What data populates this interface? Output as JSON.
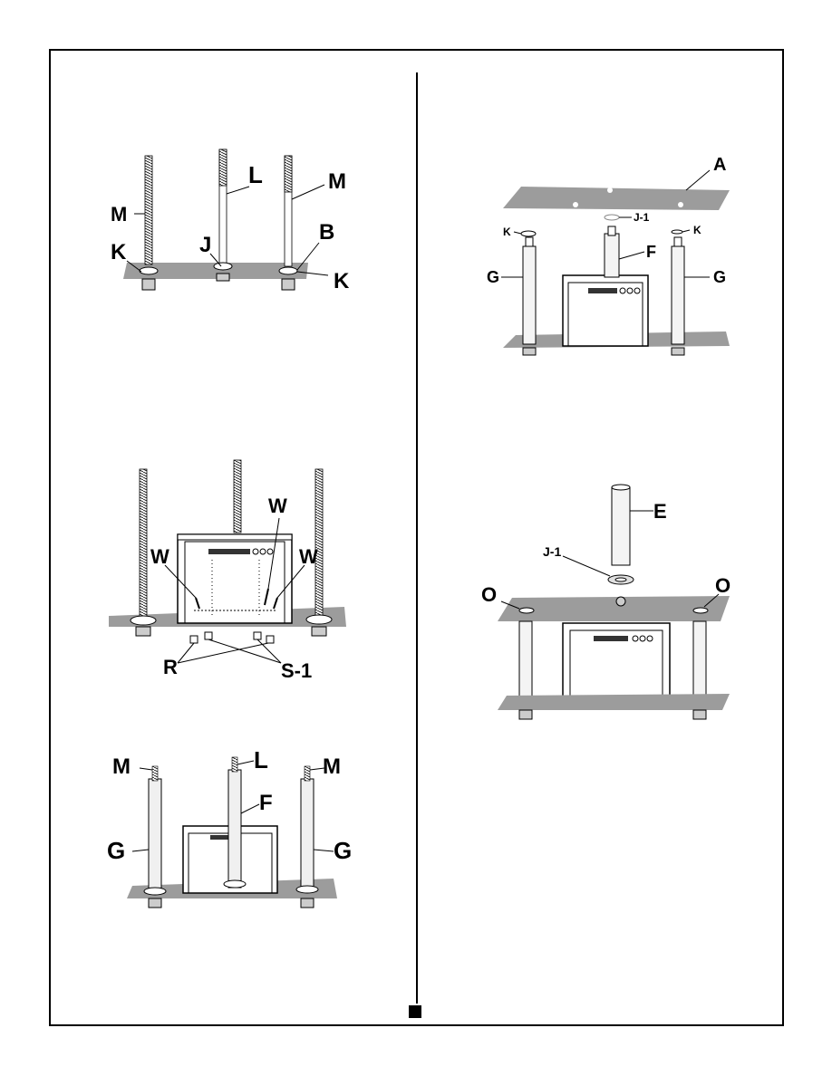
{
  "colors": {
    "glass": "#9c9c9c",
    "pole": "#e6e6e6",
    "ink": "#000000"
  },
  "fig1": {
    "labels": [
      "M",
      "L",
      "M",
      "B",
      "K",
      "J",
      "K"
    ]
  },
  "fig2": {
    "labels": [
      "W",
      "W",
      "W",
      "R",
      "S-1"
    ]
  },
  "fig3": {
    "labels": [
      "M",
      "L",
      "M",
      "F",
      "G",
      "G"
    ]
  },
  "fig4": {
    "labels": [
      "A",
      "J-1",
      "K",
      "K",
      "F",
      "G",
      "G"
    ]
  },
  "fig5": {
    "labels": [
      "E",
      "J-1",
      "O",
      "O"
    ]
  }
}
